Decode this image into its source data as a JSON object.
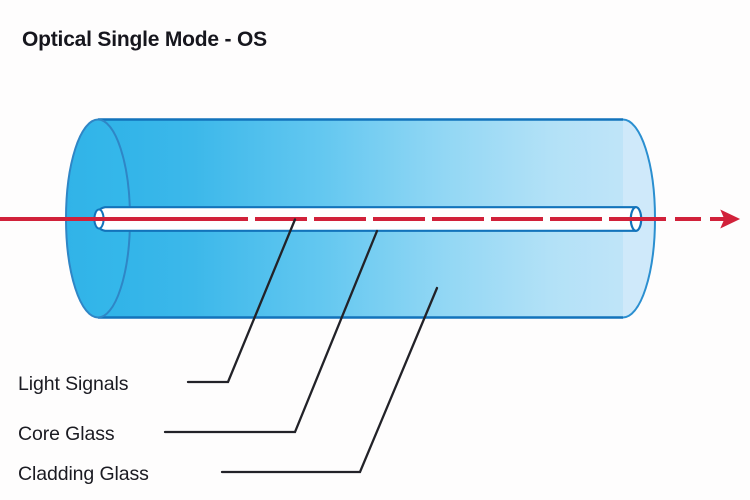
{
  "title": "Optical Single Mode - OS",
  "diagram": {
    "type": "cross-section-illustration",
    "subject": "single mode optical fiber cylinder cutaway",
    "callouts": [
      {
        "id": "light-signals",
        "label": "Light Signals",
        "points_to": "red dashed light beam inside the core"
      },
      {
        "id": "core-glass",
        "label": "Core Glass",
        "points_to": "white central tube of the fiber"
      },
      {
        "id": "cladding-glass",
        "label": "Cladding Glass",
        "points_to": "blue cylindrical body surrounding the core"
      }
    ],
    "beam": {
      "name": "light-beam",
      "color": "#d1213a",
      "direction": "left-to-right",
      "has_arrowhead": true
    },
    "colors": {
      "cladding_near": "#2fb3e8",
      "cladding_far": "#bfe4f8",
      "cladding_stroke": "#1273bb",
      "endcap_fill": "#33b5e8",
      "core_fill": "#ffffff",
      "core_stroke": "#1273bb",
      "beam": "#d1213a",
      "leader_line": "#222228",
      "title_text": "#16161d",
      "label_text": "#1b1b22",
      "background": "#fefdfd"
    }
  }
}
